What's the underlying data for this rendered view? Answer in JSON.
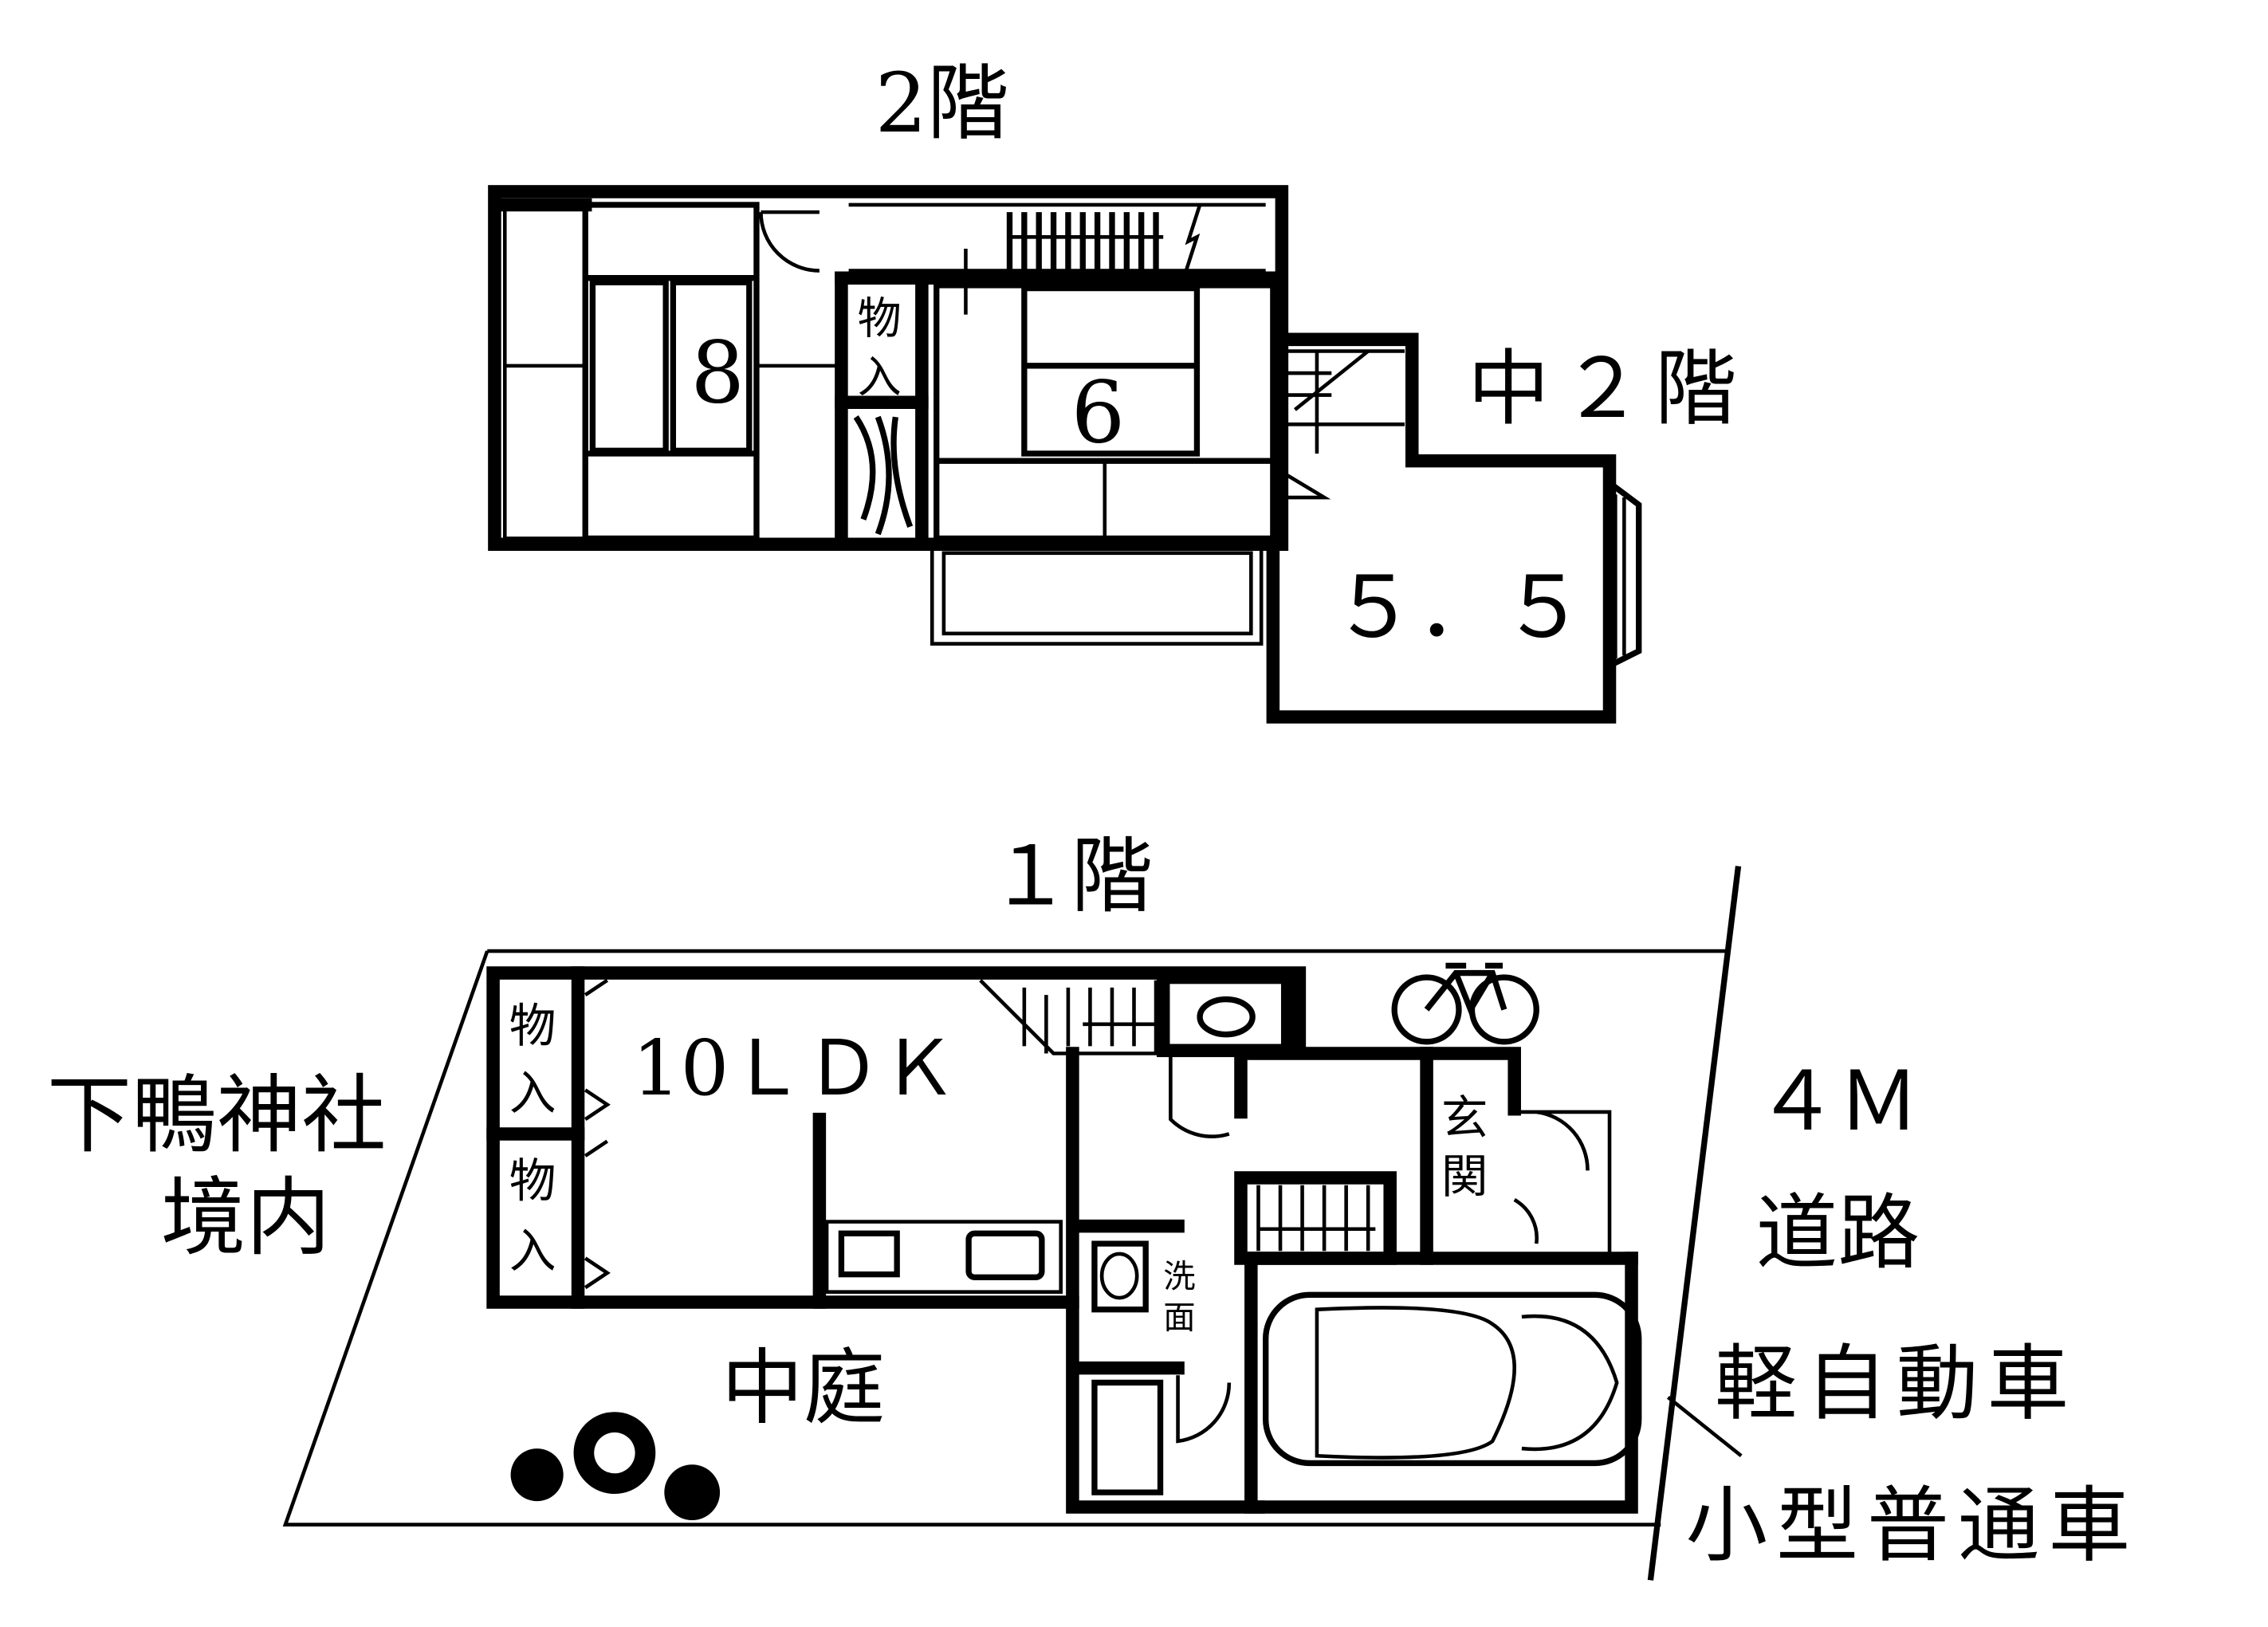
{
  "floor2": {
    "title": "2階",
    "mezzanine_title": "中２階",
    "rooms": {
      "room_8": "8",
      "room_6": "6",
      "room_55": "５．５",
      "closet": [
        "物",
        "入"
      ]
    }
  },
  "floor1": {
    "title": "１階",
    "rooms": {
      "ldk": "10ＬＤＫ",
      "closet_upper": [
        "物",
        "入"
      ],
      "closet_lower": [
        "物",
        "入"
      ],
      "entrance": [
        "玄",
        "関"
      ],
      "washroom": [
        "洗",
        "面"
      ],
      "courtyard": "中庭"
    }
  },
  "surroundings": {
    "left_neighbor": [
      "下鴨神社",
      "境内"
    ],
    "road": [
      "４Ｍ",
      "道路"
    ],
    "parking": [
      "軽自動車",
      "小型普通車"
    ]
  }
}
